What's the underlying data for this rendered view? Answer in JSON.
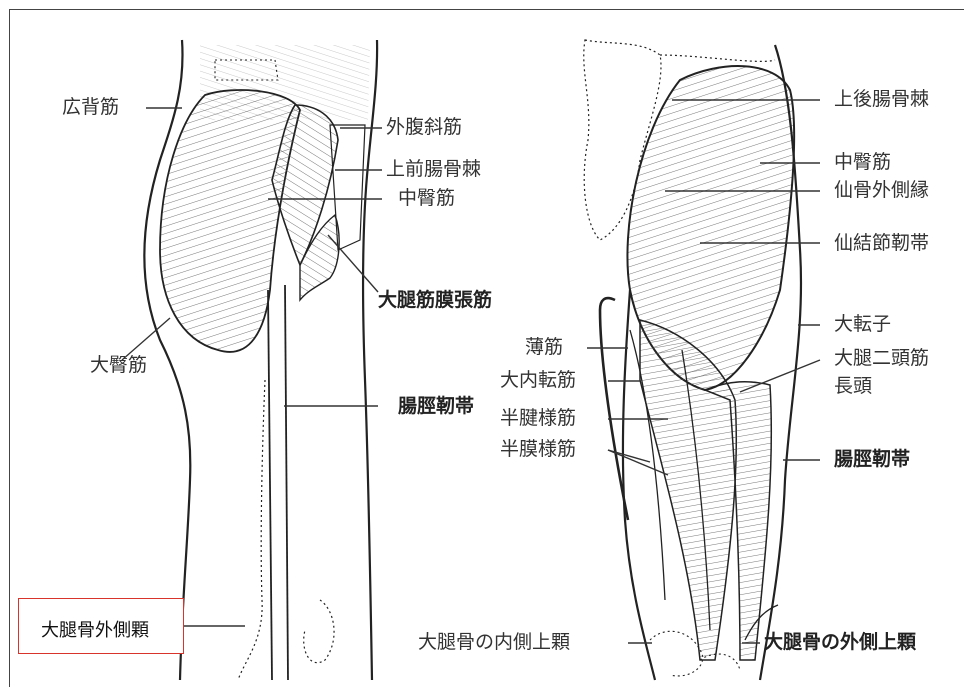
{
  "labels": {
    "left": {
      "latissimus": "広背筋",
      "external_oblique": "外腹斜筋",
      "asis": "上前腸骨棘",
      "gluteus_medius": "中臀筋",
      "tfl": "大腿筋膜張筋",
      "gluteus_maximus": "大臀筋",
      "it_band": "腸脛靭帯"
    },
    "right": {
      "psis": "上後腸骨棘",
      "gluteus_medius": "中臀筋",
      "sacrum_lateral_border": "仙骨外側縁",
      "sacrotuberous_ligament": "仙結節靭帯",
      "greater_trochanter": "大転子",
      "biceps_femoris": "大腿二頭筋",
      "biceps_femoris_long_head": "長頭",
      "gracilis": "薄筋",
      "adductor_magnus": "大内転筋",
      "semitendinosus": "半腱様筋",
      "semimembranosus": "半膜様筋",
      "it_band": "腸脛靭帯",
      "medial_epicondyle": "大腿骨の内側上顆",
      "lateral_epicondyle": "大腿骨の外側上顆"
    },
    "callout": "大腿骨外側顆"
  },
  "colors": {
    "line": "#333333",
    "callout_border": "#d9342b",
    "background": "#ffffff"
  }
}
